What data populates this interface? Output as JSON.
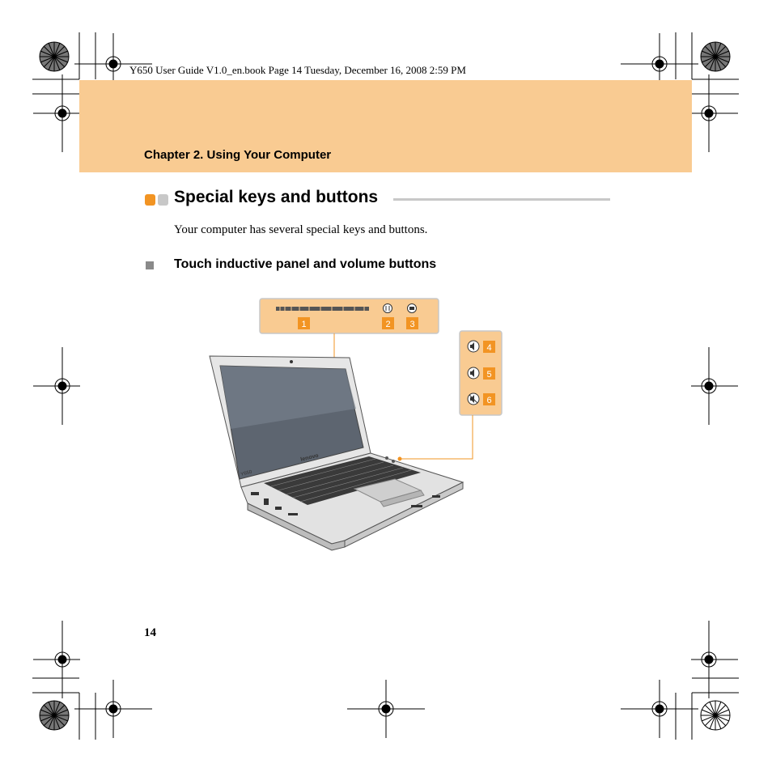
{
  "print_header": "Y650 User Guide V1.0_en.book  Page 14  Tuesday, December 16, 2008  2:59 PM",
  "chapter_title": "Chapter 2. Using Your Computer",
  "section": {
    "title": "Special keys and buttons",
    "intro": "Your computer has several special keys and buttons."
  },
  "subsection": {
    "title": "Touch inductive panel and volume buttons"
  },
  "figure": {
    "laptop_model_label": "Y650",
    "laptop_brand_label": "lenovo",
    "callouts": [
      "1",
      "2",
      "3",
      "4",
      "5",
      "6"
    ],
    "callout_color": "#f29423",
    "panel_color": "#f9cb92"
  },
  "page_number": "14",
  "colors": {
    "band": "#f9cb92",
    "accent": "#f29423",
    "rule": "#c8c8c8"
  }
}
